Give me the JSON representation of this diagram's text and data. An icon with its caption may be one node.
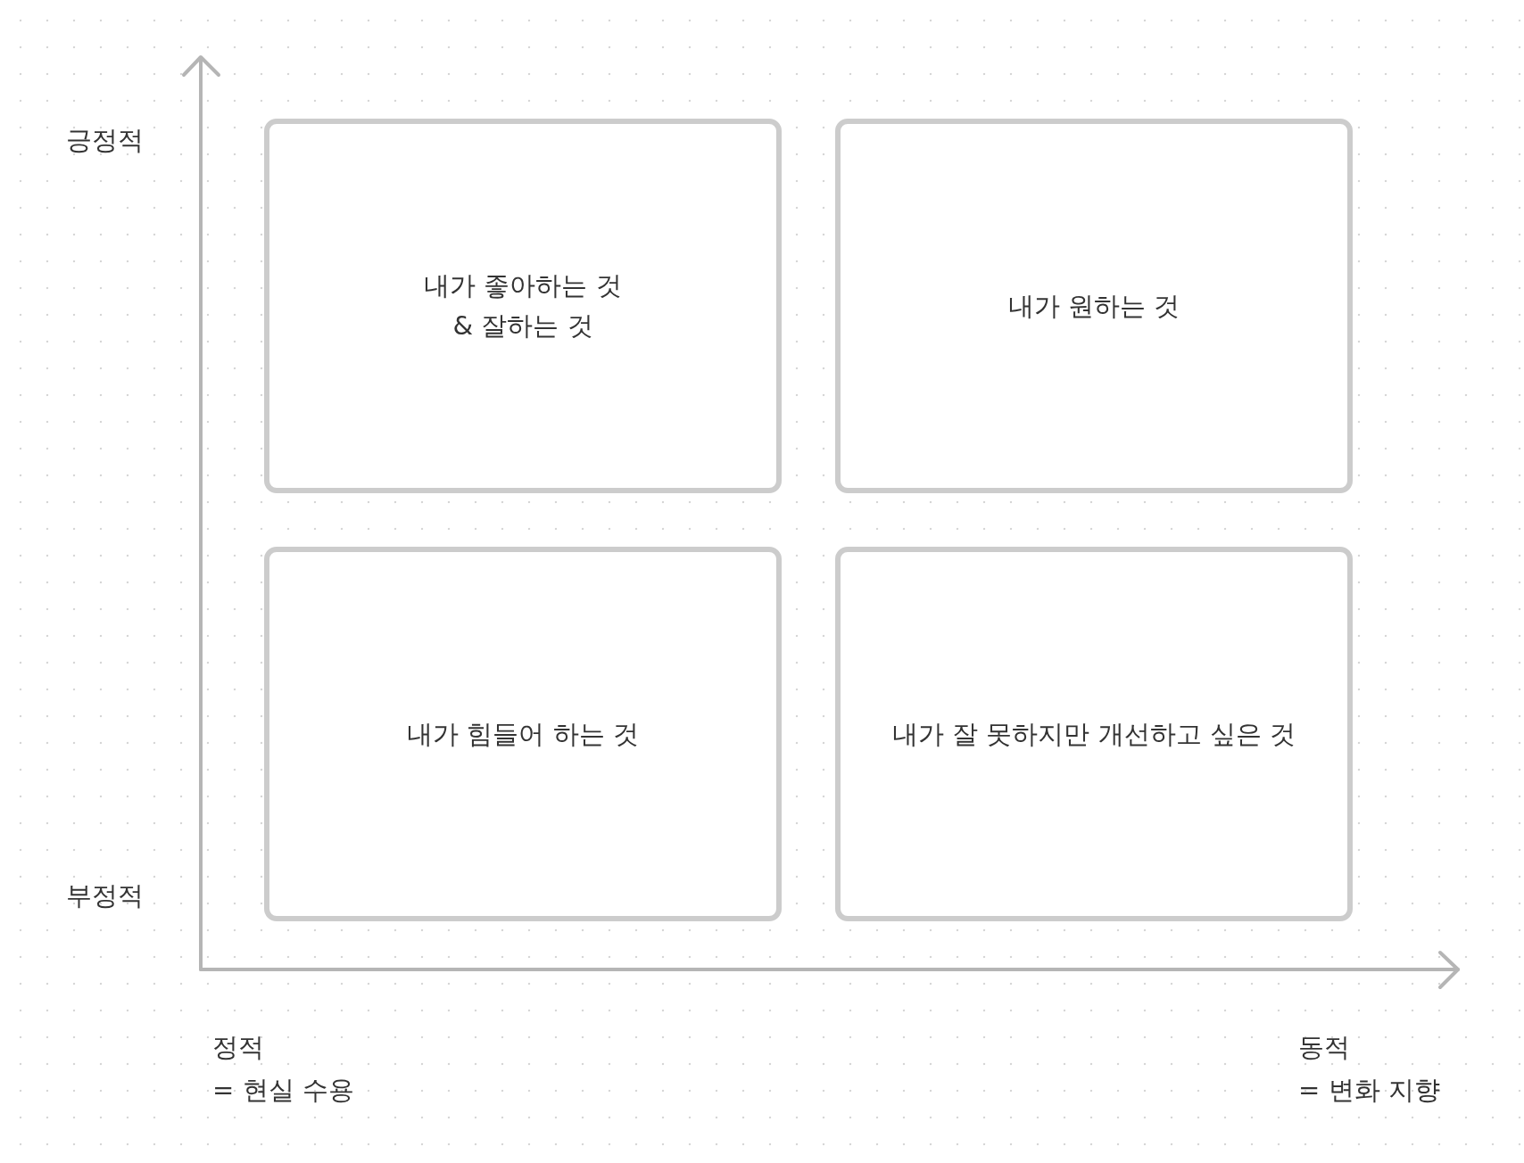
{
  "diagram": {
    "nodes": [
      {
        "text": [
          "내가 좋아하는 것 & 잘하는 것"
        ]
      },
      {
        "text": [
          "내가 원하는 것"
        ]
      },
      {
        "text": [
          "내가 힘들어 하는 것"
        ]
      },
      {
        "text": [
          "내가 잘 못하지만 개선하고 싶은 것"
        ]
      }
    ],
    "edges": [],
    "labels": [
      "긍정적",
      "부정적",
      "정적",
      "= 현실 수용",
      "동적",
      "= 변화 지향"
    ]
  }
}
